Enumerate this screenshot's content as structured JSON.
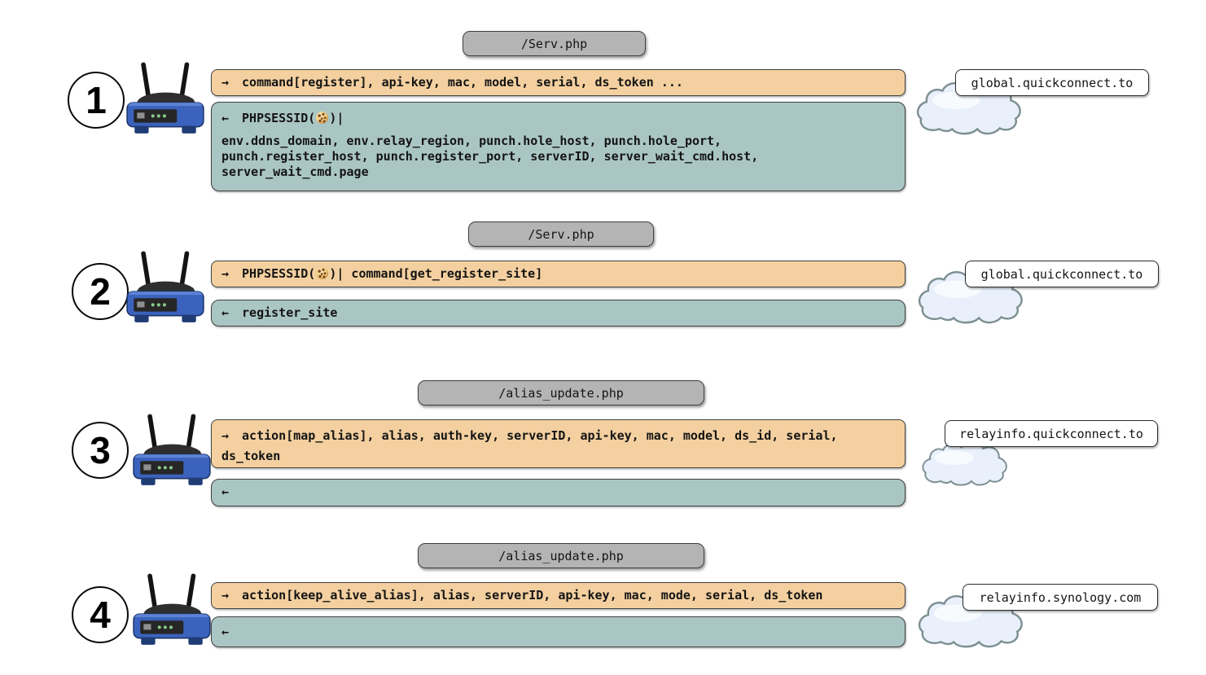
{
  "icons": {
    "request_arrow": "→",
    "response_arrow": "←",
    "cookie": "cookie-glyph"
  },
  "colors": {
    "request_bg": "#F4D0A0",
    "response_bg": "#AAC6C4",
    "endpoint_bg": "#B4B4B4",
    "host_bg": "#FFFFFF"
  },
  "steps": [
    {
      "number": "1",
      "endpoint": "/Serv.php",
      "host": "global.quickconnect.to",
      "request": "command[register], api-key, mac, model, serial, ds_token ...",
      "response_cookie_pre": "PHPSESSID(",
      "response_cookie_post": ")|",
      "response_lines": [
        "env.ddns_domain, env.relay_region, punch.hole_host, punch.hole_port,",
        "punch.register_host, punch.register_port, serverID, server_wait_cmd.host,",
        "server_wait_cmd.page"
      ]
    },
    {
      "number": "2",
      "endpoint": "/Serv.php",
      "host": "global.quickconnect.to",
      "request_cookie_pre": "PHPSESSID(",
      "request_cookie_post": ")| command[get_register_site]",
      "response": "register_site"
    },
    {
      "number": "3",
      "endpoint": "/alias_update.php",
      "host": "relayinfo.quickconnect.to",
      "request": "action[map_alias], alias, auth-key, serverID, api-key, mac, model, ds_id, serial, ds_token",
      "response": ""
    },
    {
      "number": "4",
      "endpoint": "/alias_update.php",
      "host": "relayinfo.synology.com",
      "request": "action[keep_alive_alias], alias, serverID, api-key, mac, mode, serial, ds_token",
      "response": ""
    }
  ]
}
